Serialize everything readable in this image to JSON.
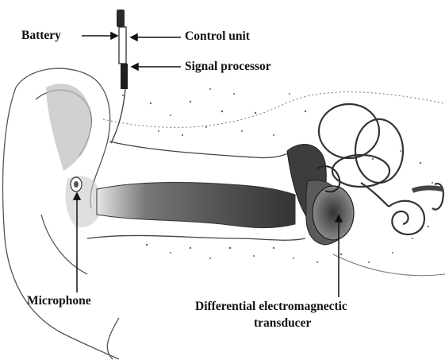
{
  "labels": {
    "battery": "Battery",
    "control_unit": "Control unit",
    "signal_processor": "Signal processor",
    "microphone": "Microphone",
    "transducer_line1": "Differential electromagnectic",
    "transducer_line2": "transducer"
  }
}
